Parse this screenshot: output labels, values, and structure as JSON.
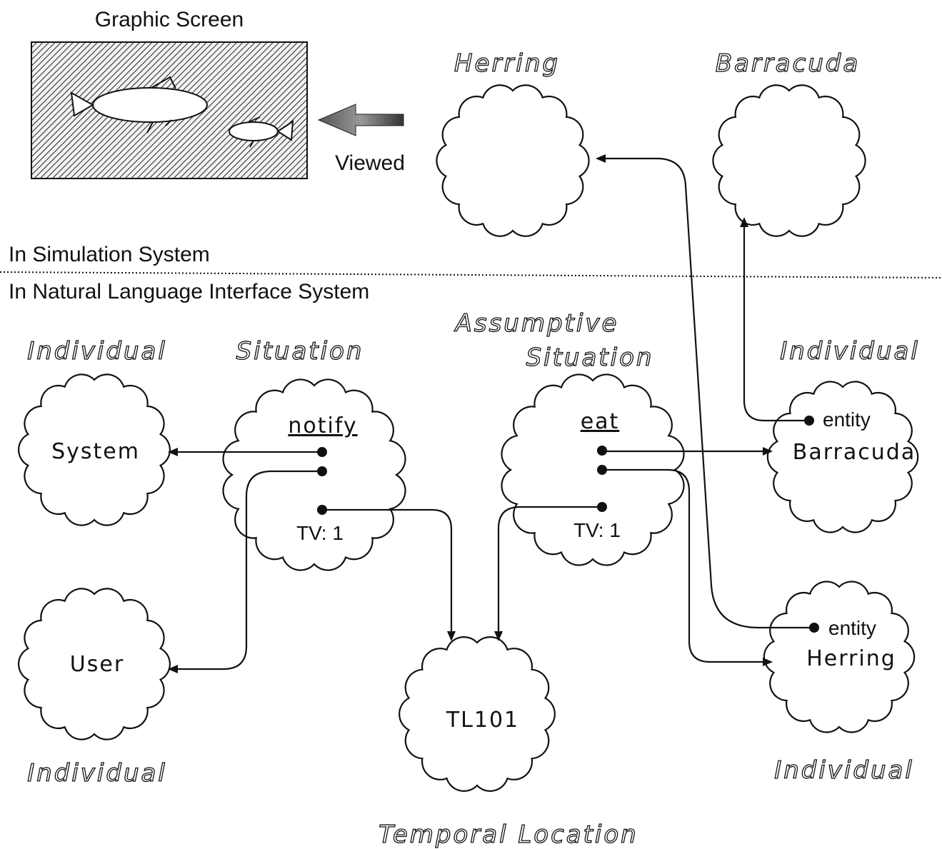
{
  "screen": {
    "title": "Graphic Screen",
    "viewed_label": "Viewed"
  },
  "sections": {
    "simulation": "In Simulation System",
    "nli": "In Natural Language Interface System"
  },
  "categories": {
    "herring_top": "Herring",
    "barracuda_top": "Barracuda",
    "individual_left_top": "Individual",
    "individual_left_bottom": "Individual",
    "individual_right_top": "Individual",
    "individual_right_bottom": "Individual",
    "situation": "Situation",
    "assumptive_line1": "Assumptive",
    "assumptive_line2": "Situation",
    "temporal_location": "Temporal  Location"
  },
  "nodes": {
    "system": "System",
    "user": "User",
    "notify": "notify",
    "notify_tv": "TV: 1",
    "eat": "eat",
    "eat_tv": "TV: 1",
    "tl": "TL101",
    "barracuda_role": "entity",
    "barracuda_name": "Barracuda",
    "herring_role": "entity",
    "herring_name": "Herring"
  }
}
